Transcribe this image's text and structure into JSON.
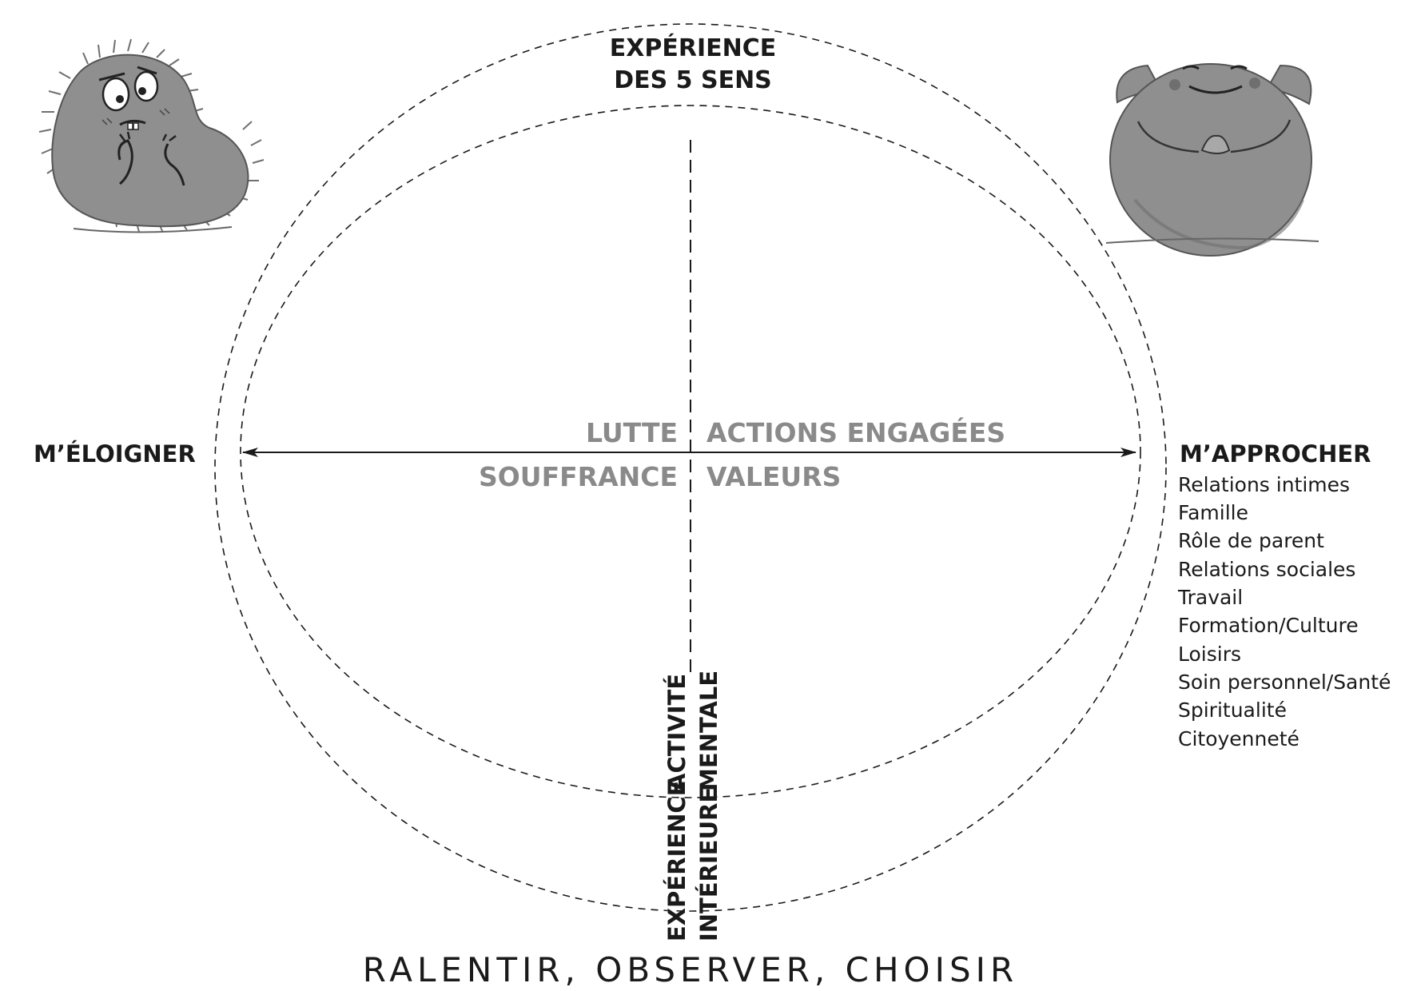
{
  "diagram": {
    "top_label_line1": "EXPÉRIENCE",
    "top_label_line2": "DES 5 SENS",
    "left_label": "M’ÉLOIGNER",
    "right_label": "M’APPROCHER",
    "quadrants": {
      "upper_left": "LUTTE",
      "lower_left": "SOUFFRANCE",
      "upper_right": "ACTIONS ENGAGÉES",
      "lower_right": "VALEURS"
    },
    "vertical_labels": {
      "left_top": "ACTIVITÉ",
      "left_bottom": "EXPÉRIENCE",
      "right_top": "MENTALE",
      "right_bottom": "INTÉRIEURE"
    },
    "values_list": [
      "Relations intimes",
      "Famille",
      "Rôle de parent",
      "Relations sociales",
      "Travail",
      "Formation/Culture",
      "Loisirs",
      "Soin personnel/Santé",
      "Spiritualité",
      "Citoyenneté"
    ],
    "footer": "RALENTIR, OBSERVER, CHOISIR"
  },
  "colors": {
    "ink": "#1a1a1a",
    "quadrant_text": "#8a8a8a",
    "creature_fill": "#8f8f8f",
    "creature_shadow": "#6f6f6f"
  },
  "icons": {
    "left_creature": "anxious-spiky-creature",
    "right_creature": "calm-round-creature"
  }
}
